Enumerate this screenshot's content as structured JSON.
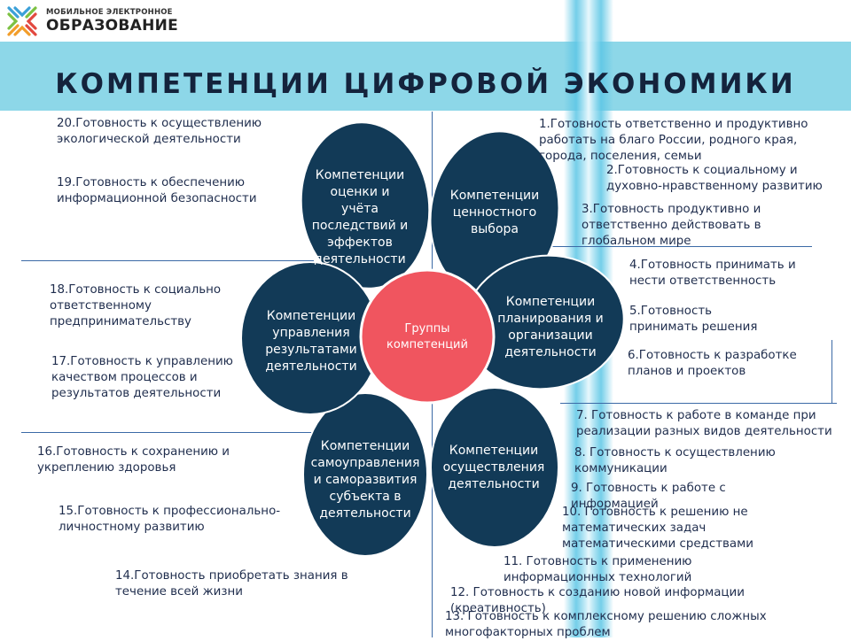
{
  "logo": {
    "line1": "МОБИЛЬНОЕ ЭЛЕКТРОННОЕ",
    "line2": "ОБРАЗОВАНИЕ"
  },
  "title": "КОМПЕТЕНЦИИ ЦИФРОВОЙ ЭКОНОМИКИ",
  "colors": {
    "header": "#8dd7e8",
    "petal": "#123a57",
    "center": "#f0555f",
    "text": "#1f2d4d",
    "stripe": "#5cc6e5"
  },
  "center": "Группы компетенций",
  "petals": [
    {
      "label": "Компетенции оценки и учёта последствий и эффектов деятельности"
    },
    {
      "label": "Компетенции ценностного выбора"
    },
    {
      "label": "Компетенции планирования и организации деятельности"
    },
    {
      "label": "Компетенции осуществления деятельности"
    },
    {
      "label": "Компетенции самоуправления и саморазвития субъекта в деятельности"
    },
    {
      "label": "Компетенции управления результатами деятельности"
    }
  ],
  "items": [
    "1.Готовность ответственно и продуктивно работать на благо России, родного края, города, поселения, семьи",
    "2.Готовность к социальному и духовно-нравственному развитию",
    "3.Готовность продуктивно и ответственно действовать в глобальном мире",
    "4.Готовность принимать и нести ответственность",
    "5.Готовность принимать решения",
    "6.Готовность к разработке планов и проектов",
    "7. Готовность к работе в команде при реализации разных видов деятельности",
    "8. Готовность к осуществлению коммуникации",
    "9. Готовность к работе с информацией",
    "10. Готовность к решению не математических задач математическими средствами",
    "11. Готовность к применению информационных технологий",
    "12. Готовность к созданию новой информации (креативность)",
    "13. Готовность к комплексному решению сложных многофакторных проблем",
    "14.Готовность приобретать знания в течение всей жизни",
    "15.Готовность к профессионально-личностному развитию",
    "16.Готовность к сохранению и укреплению здоровья",
    "17.Готовность к управлению качеством процессов и результатов деятельности",
    "18.Готовность к социально ответственному предпринимательству",
    "19.Готовность к обеспечению информационной безопасности",
    "20.Готовность к осуществлению экологической деятельности"
  ]
}
